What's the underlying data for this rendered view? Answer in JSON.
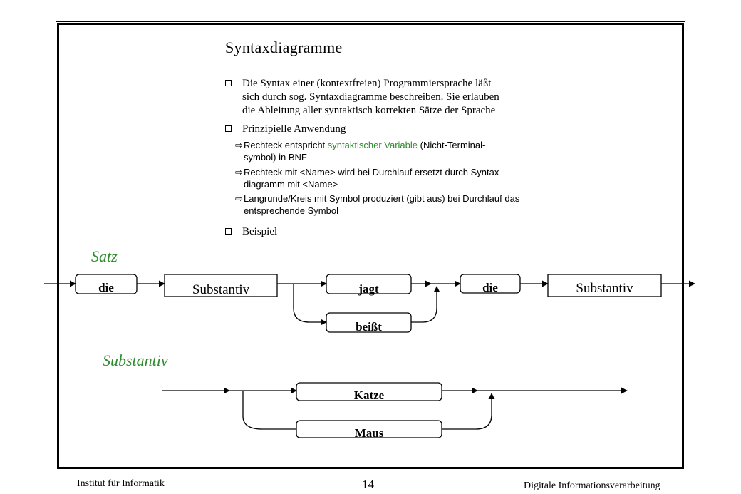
{
  "slide": {
    "title": "Syntaxdiagramme",
    "bullets": [
      {
        "lines": [
          "Die Syntax einer (kontextfreien) Programmiersprache läßt",
          "sich durch sog. Syntaxdiagramme beschreiben. Sie erlauben",
          "die Ableitung aller syntaktisch korrekten Sätze der Sprache"
        ]
      },
      {
        "lines": [
          "Prinzipielle Anwendung"
        ]
      },
      {
        "lines": [
          "Beispiel"
        ]
      }
    ],
    "subpoints": [
      {
        "pre": "Rechteck entspricht ",
        "highlight": "syntaktischer Variable",
        "post": " (Nicht-Terminal-",
        "line2": "symbol) in BNF"
      },
      {
        "line1": "Rechteck mit <Name> wird bei Durchlauf ersetzt durch Syntax-",
        "line2": "diagramm mit <Name>"
      },
      {
        "line1": "Langrunde/Kreis mit Symbol produziert (gibt aus) bei Durchlauf das",
        "line2": "entsprechende Symbol"
      }
    ],
    "arrow_glyph": "⇨"
  },
  "diagram_satz": {
    "label": "Satz",
    "nodes": [
      "die",
      "Substantiv",
      "jagt",
      "beißt",
      "die",
      "Substantiv"
    ]
  },
  "diagram_substantiv": {
    "label": "Substantiv",
    "nodes": [
      "Katze",
      "Maus"
    ]
  },
  "footer": {
    "left": "Institut für Informatik",
    "center": "14",
    "right": "Digitale Informationsverarbeitung"
  },
  "colors": {
    "accent": "#2e8b2e",
    "ink": "#000000"
  }
}
